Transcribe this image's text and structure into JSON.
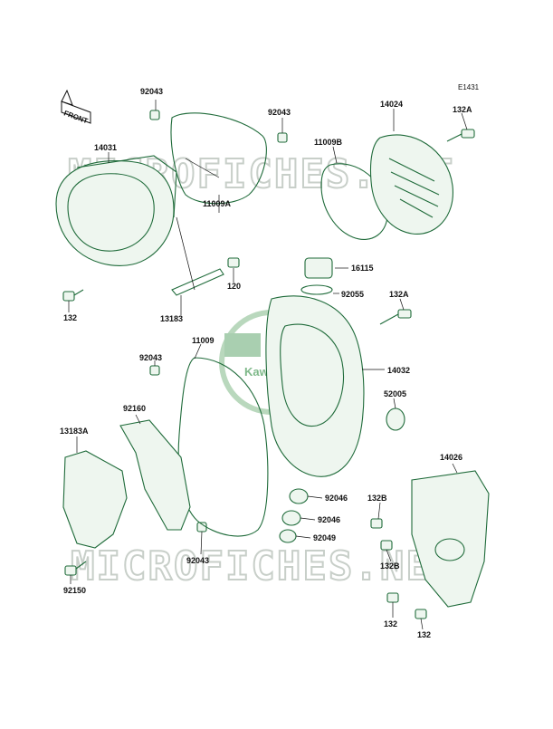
{
  "diagram": {
    "code": "E1431",
    "front_label": "FRONT",
    "watermark_text": "MICROFICHES.NET",
    "logo_text": "Kawasaki",
    "callouts": [
      {
        "id": "c1",
        "text": "92043"
      },
      {
        "id": "c2",
        "text": "92043"
      },
      {
        "id": "c3",
        "text": "14024"
      },
      {
        "id": "c4",
        "text": "132A"
      },
      {
        "id": "c5",
        "text": "14031"
      },
      {
        "id": "c6",
        "text": "11009B"
      },
      {
        "id": "c7",
        "text": "11009A"
      },
      {
        "id": "c8",
        "text": "16115"
      },
      {
        "id": "c9",
        "text": "120"
      },
      {
        "id": "c10",
        "text": "92055"
      },
      {
        "id": "c11",
        "text": "132"
      },
      {
        "id": "c12",
        "text": "13183"
      },
      {
        "id": "c13",
        "text": "132A"
      },
      {
        "id": "c14",
        "text": "11009"
      },
      {
        "id": "c15",
        "text": "92043"
      },
      {
        "id": "c16",
        "text": "14032"
      },
      {
        "id": "c17",
        "text": "52005"
      },
      {
        "id": "c18",
        "text": "92160"
      },
      {
        "id": "c19",
        "text": "13183A"
      },
      {
        "id": "c20",
        "text": "14026"
      },
      {
        "id": "c21",
        "text": "92046"
      },
      {
        "id": "c22",
        "text": "132B"
      },
      {
        "id": "c23",
        "text": "92046"
      },
      {
        "id": "c24",
        "text": "92049"
      },
      {
        "id": "c25",
        "text": "132B"
      },
      {
        "id": "c26",
        "text": "92043"
      },
      {
        "id": "c27",
        "text": "92150"
      },
      {
        "id": "c28",
        "text": "132"
      },
      {
        "id": "c29",
        "text": "132"
      }
    ]
  }
}
